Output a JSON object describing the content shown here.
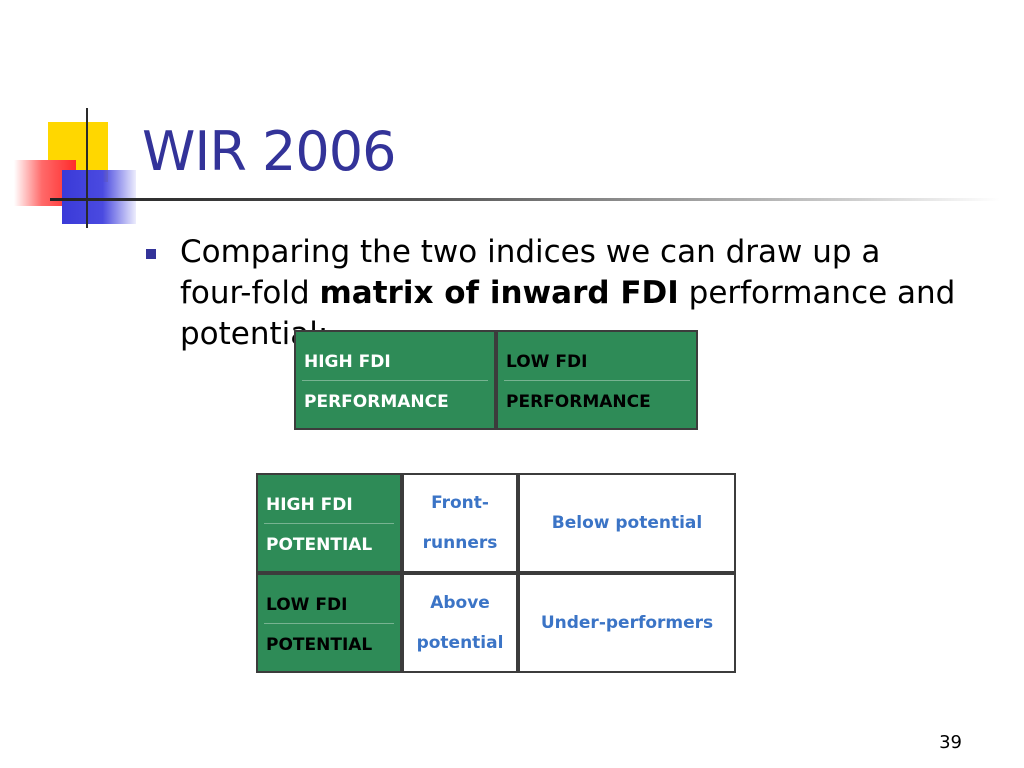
{
  "slide": {
    "title": "WIR 2006",
    "bullet": {
      "part1": "Comparing the two indices we can draw up a four-fold ",
      "bold": "matrix of inward FDI",
      "part2": " performance and potential:"
    },
    "page_number": "39"
  },
  "header_table": {
    "high": {
      "line1": "HIGH FDI",
      "line2": "PERFORMANCE"
    },
    "low": {
      "line1": "LOW FDI",
      "line2": "PERFORMANCE"
    }
  },
  "matrix": {
    "row1": {
      "label": {
        "line1": "HIGH FDI",
        "line2": "POTENTIAL"
      },
      "cell1": {
        "line1": "Front-",
        "line2": "runners"
      },
      "cell2": "Below potential"
    },
    "row2": {
      "label": {
        "line1": "LOW FDI",
        "line2": "POTENTIAL"
      },
      "cell1": {
        "line1": "Above",
        "line2": "potential"
      },
      "cell2": "Under-performers"
    }
  }
}
